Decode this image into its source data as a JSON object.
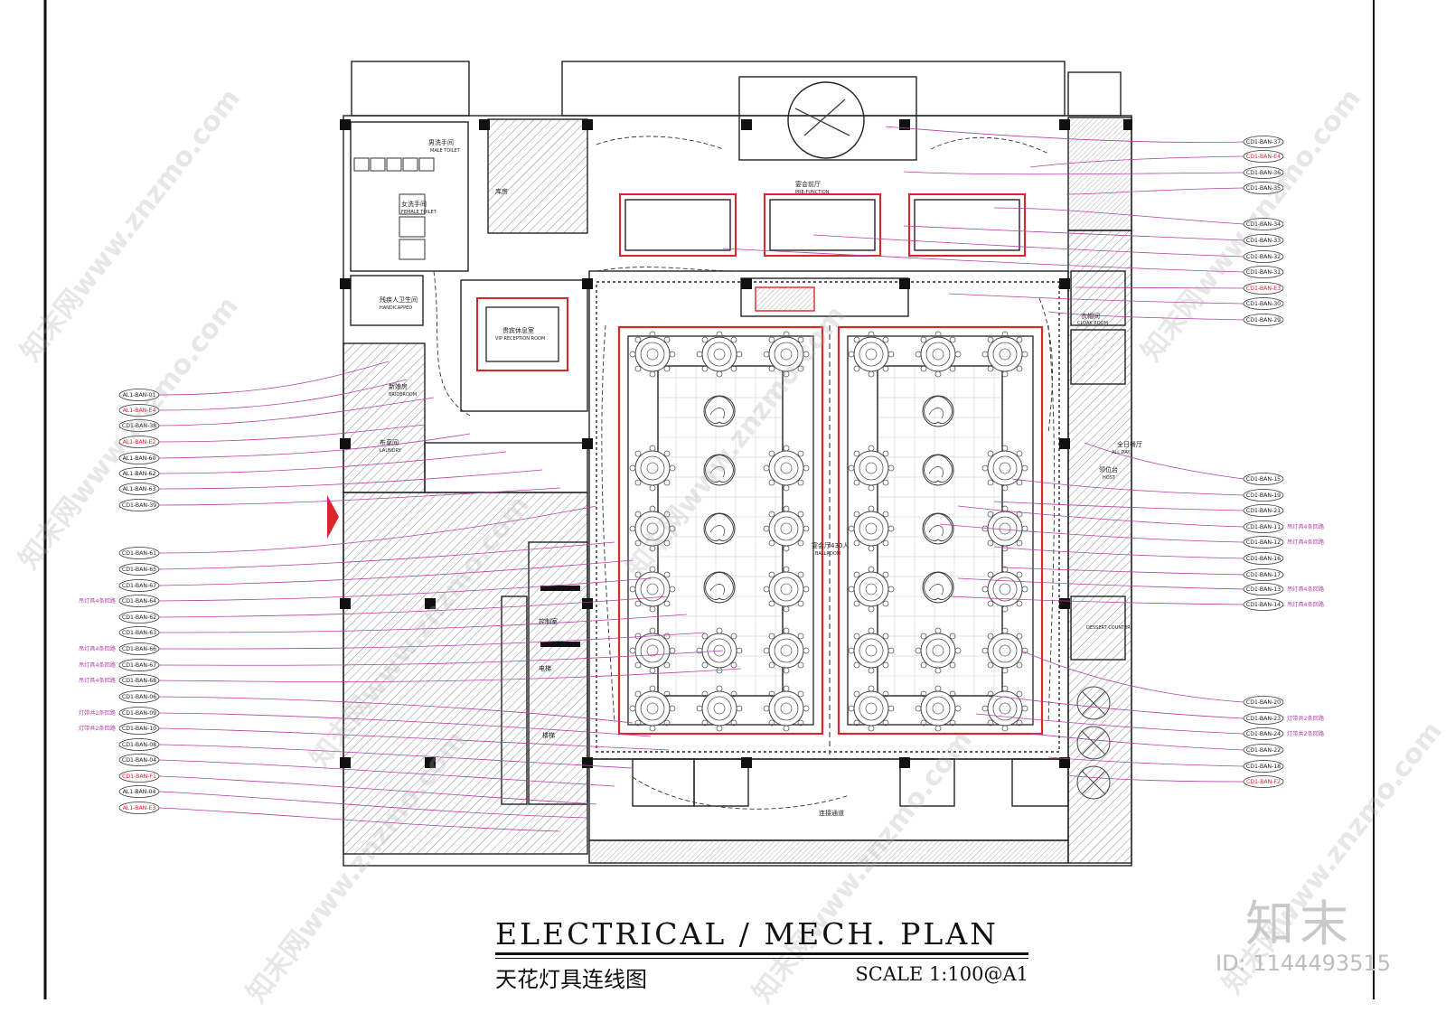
{
  "title": {
    "main": "ELECTRICAL / MECH.  PLAN",
    "sub": "天花灯具连线图",
    "scale": "SCALE 1:100@A1"
  },
  "brand": {
    "logo": "知末",
    "id": "ID: 1144493515"
  },
  "watermark_text": "知末网www.znzmo.com",
  "rooms": {
    "pre_function": "宴会前厅",
    "pre_function_en": "PRE-FUNCTION",
    "ballroom": "宴会厅430人",
    "ballroom_en": "BALLROOM",
    "male_toilet": "男洗手间",
    "male_toilet_en": "MALE TOILET",
    "female_toilet": "女洗手间",
    "female_toilet_en": "FEMALE TOILET",
    "handicapped": "残疾人卫生间",
    "handicapped_en": "HANDICAPPED",
    "vip_room": "贵宾休息室",
    "vip_room_en": "VIP RECEPTION ROOM",
    "bride_room": "新娘房",
    "bride_room_en": "BRIDEROOM",
    "laundry": "布草间",
    "laundry_en": "LAUNDRY",
    "cloak_room": "衣帽间",
    "cloak_room_en": "CLOAK ROOM",
    "host": "领位台",
    "host_en": "HOST",
    "all_day": "全日餐厅",
    "all_day_en": "ALL DAY",
    "dessert": "DESSERT COUNTER",
    "corridor": "连接通道",
    "control_room": "控制室",
    "lift": "电梯",
    "stairs": "楼梯",
    "storage": "库房"
  },
  "colors": {
    "line": "#222222",
    "accent": "#d8262a",
    "leader": "#b43fa8",
    "hatch": "#8a8a8a"
  },
  "left_tags": [
    {
      "label": "AL1-BAN-01",
      "color": "#222222"
    },
    {
      "label": "AL1-BAN-E4",
      "color": "#d8262a"
    },
    {
      "label": "CD1-BAN-38",
      "color": "#222222"
    },
    {
      "label": "AL1-BAN-E2",
      "color": "#d8262a"
    },
    {
      "label": "AL1-BAN-60",
      "color": "#222222"
    },
    {
      "label": "AL1-BAN-62",
      "color": "#222222"
    },
    {
      "label": "AL1-BAN-63",
      "color": "#222222"
    },
    {
      "label": "CD1-BAN-39",
      "color": "#222222"
    },
    {
      "label": "CD1-BAN-61",
      "color": "#222222"
    },
    {
      "label": "CD1-BAN-65",
      "color": "#222222"
    },
    {
      "label": "CD1-BAN-67",
      "color": "#222222"
    },
    {
      "label": "CD1-BAN-64",
      "color": "#222222",
      "note": "吊灯具4条回路"
    },
    {
      "label": "CD1-BAN-62",
      "color": "#222222"
    },
    {
      "label": "CD1-BAN-63",
      "color": "#222222"
    },
    {
      "label": "CD1-BAN-66",
      "color": "#222222",
      "note": "吊灯具4条回路"
    },
    {
      "label": "CD1-BAN-67",
      "color": "#222222",
      "note": "吊灯具4条回路"
    },
    {
      "label": "CD1-BAN-68",
      "color": "#222222",
      "note": "吊灯具4条回路"
    },
    {
      "label": "CD1-BAN-06",
      "color": "#222222"
    },
    {
      "label": "CD1-BAN-09",
      "color": "#222222",
      "note": "灯带共2条回路"
    },
    {
      "label": "CD1-BAN-10",
      "color": "#222222",
      "note": "灯带共2条回路"
    },
    {
      "label": "CD1-BAN-08",
      "color": "#222222"
    },
    {
      "label": "CD1-BAN-04",
      "color": "#222222"
    },
    {
      "label": "CD1-BAN-F1",
      "color": "#d8262a"
    },
    {
      "label": "AL1-BAN-04",
      "color": "#222222"
    },
    {
      "label": "AL1-BAN-E3",
      "color": "#d8262a"
    }
  ],
  "right_tags": [
    {
      "label": "CD1-BAN-37",
      "color": "#222222"
    },
    {
      "label": "CD1-BAN-E4",
      "color": "#d8262a"
    },
    {
      "label": "CD1-BAN-36",
      "color": "#222222"
    },
    {
      "label": "CD1-BAN-35",
      "color": "#222222"
    },
    {
      "label": "CD1-BAN-34",
      "color": "#222222"
    },
    {
      "label": "CD1-BAN-33",
      "color": "#222222"
    },
    {
      "label": "CD1-BAN-32",
      "color": "#222222"
    },
    {
      "label": "CD1-BAN-31",
      "color": "#222222"
    },
    {
      "label": "CD1-BAN-E3",
      "color": "#d8262a"
    },
    {
      "label": "CD1-BAN-30",
      "color": "#222222"
    },
    {
      "label": "CD1-BAN-29",
      "color": "#222222"
    },
    {
      "label": "CD1-BAN-15",
      "color": "#222222"
    },
    {
      "label": "CD1-BAN-19",
      "color": "#222222"
    },
    {
      "label": "CD1-BAN-21",
      "color": "#222222"
    },
    {
      "label": "CD1-BAN-11",
      "color": "#222222",
      "note": "吊灯具4条回路"
    },
    {
      "label": "CD1-BAN-12",
      "color": "#222222",
      "note": "吊灯具4条回路"
    },
    {
      "label": "CD1-BAN-16",
      "color": "#222222"
    },
    {
      "label": "CD1-BAN-17",
      "color": "#222222"
    },
    {
      "label": "CD1-BAN-13",
      "color": "#222222",
      "note": "吊灯具4条回路"
    },
    {
      "label": "CD1-BAN-14",
      "color": "#222222",
      "note": "吊灯具4条回路"
    },
    {
      "label": "CD1-BAN-20",
      "color": "#222222"
    },
    {
      "label": "CD1-BAN-23",
      "color": "#222222",
      "note": "灯带共2条回路"
    },
    {
      "label": "CD1-BAN-24",
      "color": "#222222",
      "note": "灯带共2条回路"
    },
    {
      "label": "CD1-BAN-22",
      "color": "#222222"
    },
    {
      "label": "CD1-BAN-18",
      "color": "#222222"
    },
    {
      "label": "CD1-BAN-F2",
      "color": "#d8262a"
    }
  ]
}
